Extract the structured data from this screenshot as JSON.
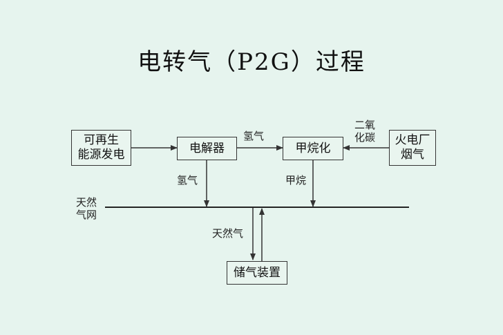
{
  "title": "电转气（P2G）过程",
  "nodes": {
    "renewable": "可再生\n能源发电",
    "electrolyzer": "电解器",
    "methanation": "甲烷化",
    "power_plant": "火电厂\n烟气",
    "storage": "储气装置"
  },
  "labels": {
    "hydrogen_top": "氢气",
    "co2": "二氧\n化碳",
    "hydrogen_down": "氢气",
    "methane_down": "甲烷",
    "gas_grid": "天然\n气网",
    "natural_gas": "天然气"
  },
  "colors": {
    "background": "#e6f4ee",
    "line": "#333333"
  }
}
